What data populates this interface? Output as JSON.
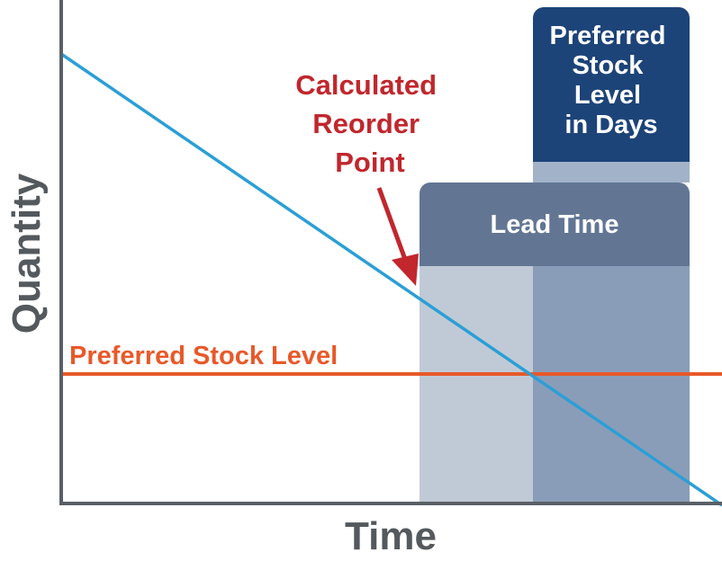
{
  "axes": {
    "x_label": "Time",
    "y_label": "Quantity"
  },
  "preferred_stock_level": {
    "label": "Preferred Stock Level"
  },
  "reorder_point": {
    "label_lines": [
      "Calculated",
      "Reorder",
      "Point"
    ]
  },
  "lead_time": {
    "label": "Lead Time"
  },
  "preferred_stock_days": {
    "label_lines": [
      "Preferred",
      "Stock",
      "Level",
      "in Days"
    ]
  },
  "colors": {
    "axis": "#5a6066",
    "axis_label": "#54595e",
    "quantity_line": "#2b9fd6",
    "preferred_level_line": "#e8592a",
    "reorder_label": "#c1272d",
    "lead_time_header": "#627694",
    "lead_time_body": "#c0cad6",
    "days_header": "#1d4478",
    "days_mid": "#a2b3c9",
    "days_body": "#8a9db8"
  }
}
